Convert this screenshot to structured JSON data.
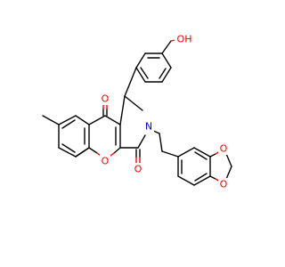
{
  "colors": {
    "bond": "#000000",
    "oxygen": "#ff0000",
    "nitrogen": "#0000ff",
    "background": "#ffffff"
  },
  "labels": {
    "hydroxyl": "OH",
    "ketone_oxygen": "O",
    "ring_oxygen": "O",
    "lactam_oxygen": "O",
    "nitrogen": "N",
    "dioxole_oxygen_top": "O",
    "dioxole_oxygen_bottom": "O"
  }
}
